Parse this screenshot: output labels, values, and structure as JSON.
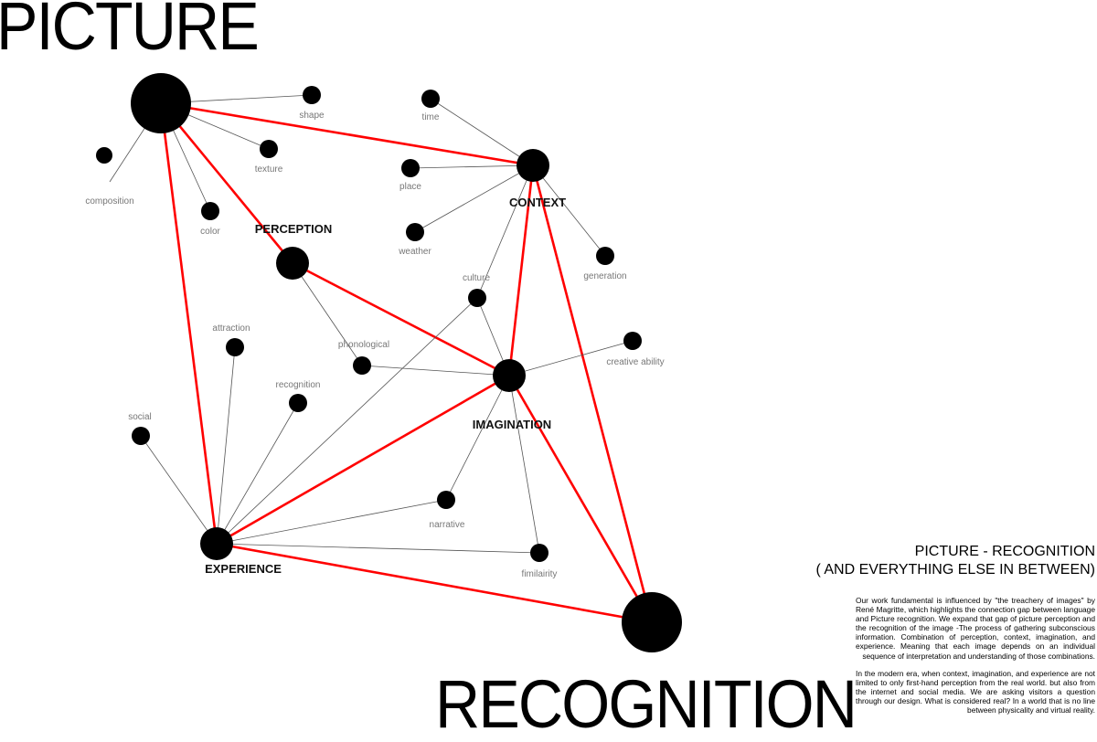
{
  "titles": {
    "top": "PICTURE",
    "bottom": "RECOGNITION"
  },
  "side": {
    "heading_line1": "PICTURE - RECOGNITION",
    "heading_line2": "( AND EVERYTHING ELSE  IN BETWEEN)",
    "paragraph1": "Our work fundamental is influenced by \"the treachery of images\" by René Magritte, which highlights the connection gap between language and Picture recognition. We expand that gap of picture perception and the recognition of the image -The process of gathering subconscious information. Combination of perception, context, imagination, and experience. Meaning that each image depends on an individual sequence of interpretation and understanding of those combinations.",
    "paragraph2": "In the modern era, when context, imagination, and experience are not limited to only first-hand perception from the real world. but also from the internet and social media. We are asking visitors a question through our design. What is considered real? In a world that is no line between physicality and virtual reality."
  },
  "colors": {
    "primary_edge": "#ff0000",
    "secondary_edge": "#555555",
    "node": "#000000"
  },
  "nodes": [
    {
      "id": "picture",
      "label": "",
      "kind": "hub"
    },
    {
      "id": "shape",
      "label": "shape",
      "kind": "minor"
    },
    {
      "id": "texture",
      "label": "texture",
      "kind": "minor"
    },
    {
      "id": "composition",
      "label": "composition",
      "kind": "minor"
    },
    {
      "id": "color",
      "label": "color",
      "kind": "minor"
    },
    {
      "id": "perception",
      "label": "PERCEPTION",
      "kind": "major"
    },
    {
      "id": "time",
      "label": "time",
      "kind": "minor"
    },
    {
      "id": "place",
      "label": "place",
      "kind": "minor"
    },
    {
      "id": "context",
      "label": "CONTEXT",
      "kind": "major"
    },
    {
      "id": "weather",
      "label": "weather",
      "kind": "minor"
    },
    {
      "id": "generation",
      "label": "generation",
      "kind": "minor"
    },
    {
      "id": "culture",
      "label": "culture",
      "kind": "minor"
    },
    {
      "id": "creative",
      "label": "creative ability",
      "kind": "minor"
    },
    {
      "id": "phonological",
      "label": "phonological",
      "kind": "minor"
    },
    {
      "id": "imagination",
      "label": "IMAGINATION",
      "kind": "major"
    },
    {
      "id": "attraction",
      "label": "attraction",
      "kind": "minor"
    },
    {
      "id": "recognition",
      "label": "recognition",
      "kind": "minor"
    },
    {
      "id": "social",
      "label": "social",
      "kind": "minor"
    },
    {
      "id": "narrative",
      "label": "narrative",
      "kind": "minor"
    },
    {
      "id": "familiarity",
      "label": "fimilairity",
      "kind": "minor"
    },
    {
      "id": "experience",
      "label": "EXPERIENCE",
      "kind": "major"
    },
    {
      "id": "recognition_hub",
      "label": "",
      "kind": "hub"
    }
  ],
  "edges": [
    [
      "picture",
      "context",
      "primary"
    ],
    [
      "picture",
      "perception",
      "primary"
    ],
    [
      "picture",
      "experience",
      "primary"
    ],
    [
      "perception",
      "imagination",
      "primary"
    ],
    [
      "context",
      "imagination",
      "primary"
    ],
    [
      "context",
      "recognition_hub",
      "primary"
    ],
    [
      "imagination",
      "experience",
      "primary"
    ],
    [
      "imagination",
      "recognition_hub",
      "primary"
    ],
    [
      "experience",
      "recognition_hub",
      "primary"
    ],
    [
      "picture",
      "shape",
      "secondary"
    ],
    [
      "picture",
      "texture",
      "secondary"
    ],
    [
      "picture",
      "composition_end",
      "secondary"
    ],
    [
      "picture",
      "color",
      "secondary"
    ],
    [
      "time",
      "context",
      "secondary"
    ],
    [
      "place",
      "context",
      "secondary"
    ],
    [
      "weather",
      "context",
      "secondary"
    ],
    [
      "generation",
      "context",
      "secondary"
    ],
    [
      "context",
      "culture",
      "secondary"
    ],
    [
      "culture",
      "experience",
      "secondary"
    ],
    [
      "culture",
      "imagination",
      "secondary"
    ],
    [
      "perception",
      "phonological",
      "secondary"
    ],
    [
      "phonological",
      "imagination",
      "secondary"
    ],
    [
      "creative",
      "imagination",
      "secondary"
    ],
    [
      "attraction",
      "experience",
      "secondary"
    ],
    [
      "recognition",
      "experience",
      "secondary"
    ],
    [
      "social",
      "experience",
      "secondary"
    ],
    [
      "narrative",
      "experience",
      "secondary"
    ],
    [
      "narrative",
      "imagination",
      "secondary"
    ],
    [
      "familiarity",
      "experience",
      "secondary"
    ],
    [
      "familiarity",
      "imagination",
      "secondary"
    ]
  ]
}
